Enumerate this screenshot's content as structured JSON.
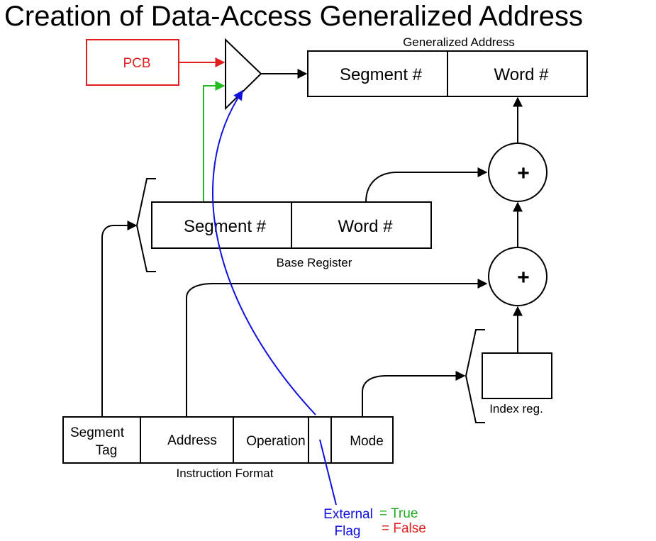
{
  "title": "Creation of Data-Access Generalized Address",
  "colors": {
    "pcb": "#e02020",
    "segment_path": "#22bb22",
    "external_flag": "#1111dd",
    "true_label": "#22aa22",
    "false_label": "#e02020",
    "line": "#000000"
  },
  "pcb": {
    "label": "PCB"
  },
  "generalized_address": {
    "caption": "Generalized Address",
    "fields": [
      "Segment #",
      "Word #"
    ]
  },
  "base_register": {
    "caption": "Base Register",
    "fields": [
      "Segment #",
      "Word #"
    ]
  },
  "adders": {
    "symbol": "+"
  },
  "index_register": {
    "caption": "Index  reg."
  },
  "instruction_format": {
    "caption": "Instruction Format",
    "fields": [
      "Segment",
      "Tag",
      "Address",
      "Operation",
      "",
      "Mode"
    ]
  },
  "external_flag": {
    "label_line1": "External",
    "label_line2": "Flag",
    "true_text": "= True",
    "false_text": "= False"
  }
}
